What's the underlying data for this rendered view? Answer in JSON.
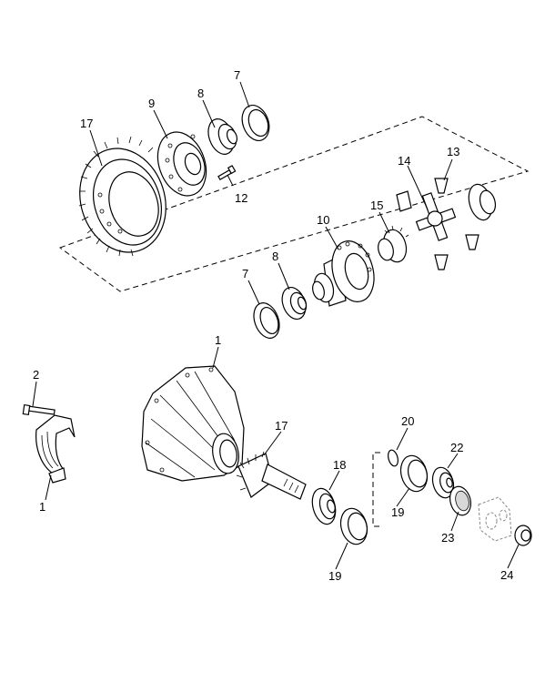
{
  "callouts": {
    "c1_housing": "1",
    "c1_bracket": "1",
    "c2": "2",
    "c7_top": "7",
    "c7_mid": "7",
    "c8_top": "8",
    "c8_mid": "8",
    "c9": "9",
    "c10": "10",
    "c12": "12",
    "c13": "13",
    "c14": "14",
    "c15": "15",
    "c17_ring": "17",
    "c17_pinion": "17",
    "c18": "18",
    "c19_a": "19",
    "c19_b": "19",
    "c20": "20",
    "c22": "22",
    "c23": "23",
    "c24": "24"
  }
}
